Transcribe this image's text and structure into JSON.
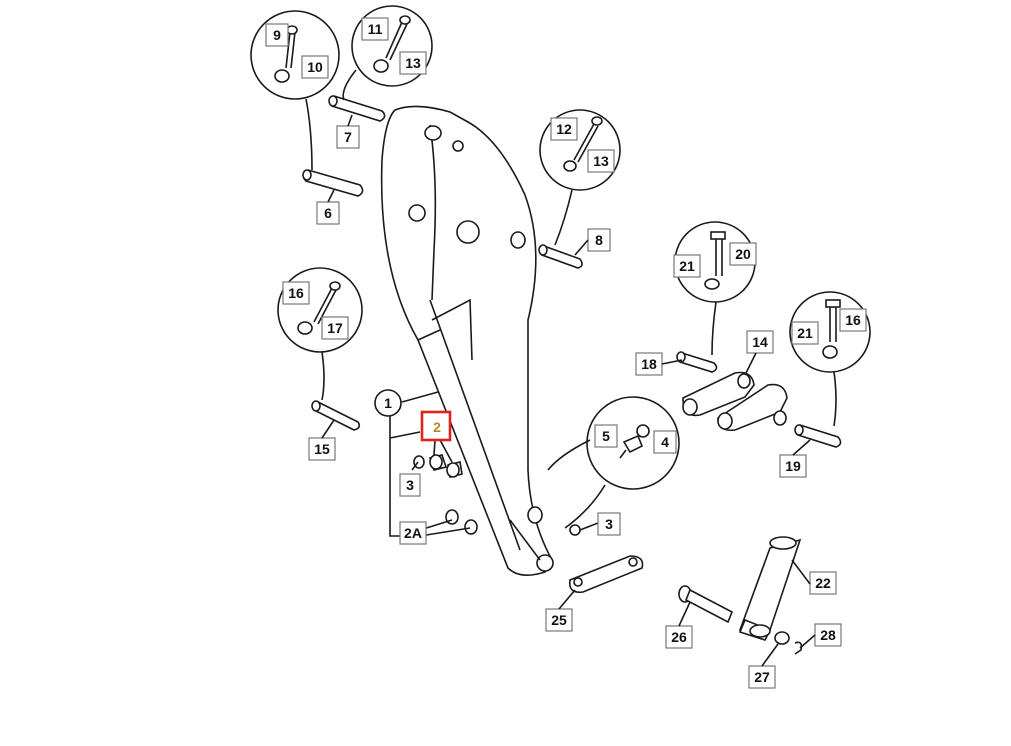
{
  "callouts": {
    "c1": "1",
    "c2": "2",
    "c2a": "2A",
    "c3a": "3",
    "c3b": "3",
    "c4": "4",
    "c5": "5",
    "c6": "6",
    "c7": "7",
    "c8": "8",
    "c9": "9",
    "c10": "10",
    "c11": "11",
    "c12": "12",
    "c13a": "13",
    "c13b": "13",
    "c14": "14",
    "c15": "15",
    "c16a": "16",
    "c16b": "16",
    "c17": "17",
    "c18": "18",
    "c19": "19",
    "c20": "20",
    "c21a": "21",
    "c21b": "21",
    "c22": "22",
    "c25": "25",
    "c26": "26",
    "c27": "27",
    "c28": "28"
  },
  "highlight": {
    "color": "#e0241b",
    "label_color": "#b7862c",
    "part": "2"
  }
}
